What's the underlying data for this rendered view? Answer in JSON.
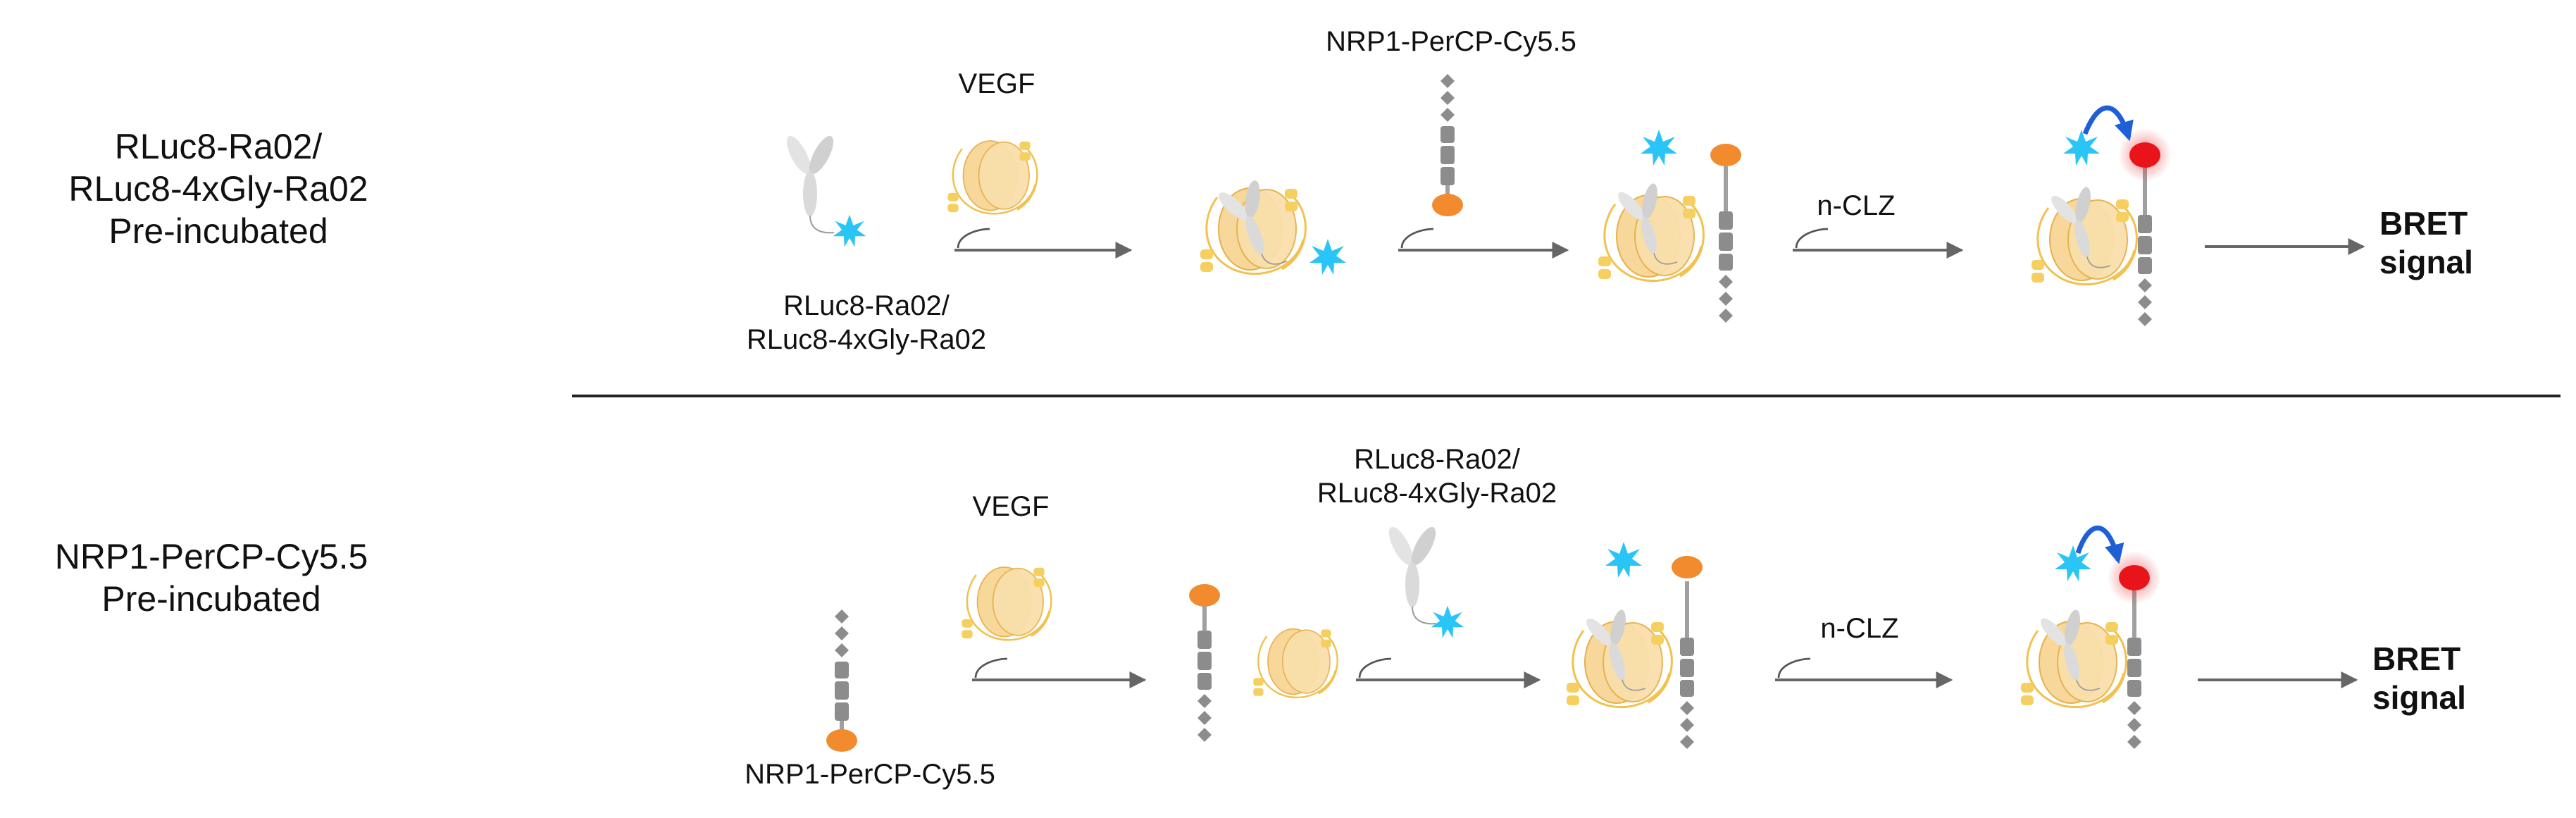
{
  "row1": {
    "condition": [
      "RLuc8-Ra02/",
      "RLuc8-4xGly-Ra02",
      "Pre-incubated"
    ],
    "add_vegf": "VEGF",
    "add_nrp1": "NRP1-PerCP-Cy5.5",
    "add_nclz": "n-CLZ",
    "start_label": [
      "RLuc8-Ra02/",
      "RLuc8-4xGly-Ra02"
    ],
    "result": [
      "BRET",
      "signal"
    ]
  },
  "row2": {
    "condition": [
      "NRP1-PerCP-Cy5.5",
      "Pre-incubated"
    ],
    "add_vegf": "VEGF",
    "add_rluc": [
      "RLuc8-Ra02/",
      "RLuc8-4xGly-Ra02"
    ],
    "add_nclz": "n-CLZ",
    "start_label": "NRP1-PerCP-Cy5.5",
    "result": [
      "BRET",
      "signal"
    ]
  },
  "colors": {
    "vegf_fill": "#f7d79a",
    "vegf_stroke": "#f2c14e",
    "antibody": "#d9d9d9",
    "luciferase_star": "#29c5f6",
    "receptor": "#8c8c8c",
    "fluorophore": "#f28a2e",
    "fluorophore_emitting": "#e8141a",
    "transfer_arrow": "#1f5fd6",
    "flow_arrow": "#666666"
  }
}
